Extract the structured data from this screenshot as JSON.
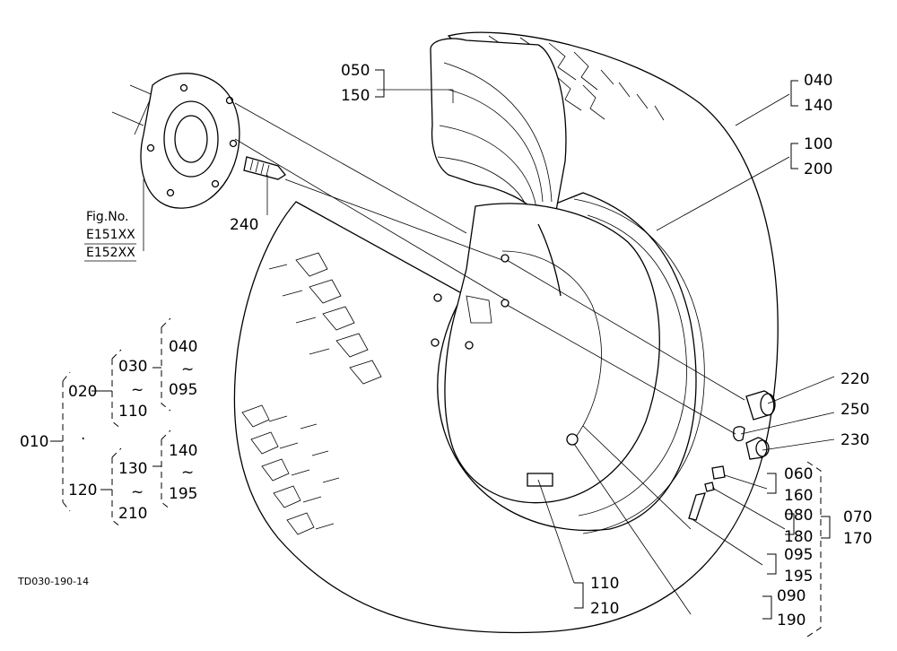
{
  "figure": {
    "id": "TD030-190-14",
    "ref_label": "Fig.No.",
    "ref_figs": [
      "E151XX",
      "E152XX"
    ]
  },
  "labels": {
    "p010": "010",
    "p020": "020",
    "p120": "120",
    "p030": "030",
    "p110a": "110",
    "p130": "130",
    "p210a": "210",
    "p040a": "040",
    "p095a": "095",
    "p140a": "140",
    "p195a": "195",
    "tilde": "~",
    "p050": "050",
    "p150": "150",
    "p040": "040",
    "p140": "140",
    "p100": "100",
    "p200": "200",
    "p240": "240",
    "p220": "220",
    "p250": "250",
    "p230": "230",
    "p060": "060",
    "p160": "160",
    "p080": "080",
    "p180": "180",
    "p070": "070",
    "p170": "170",
    "p095": "095",
    "p195": "195",
    "p110": "110",
    "p210": "210",
    "p090": "090",
    "p190": "190"
  }
}
